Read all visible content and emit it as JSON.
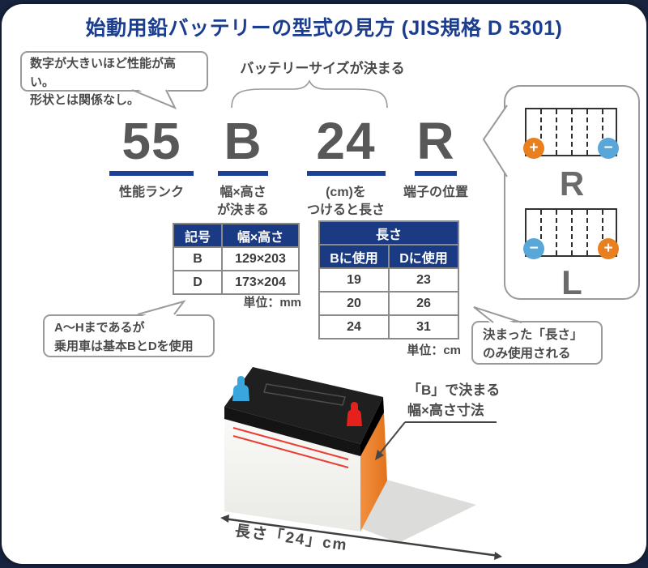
{
  "title": "始動用鉛バッテリーの型式の見方 (JIS規格 D 5301)",
  "callouts": {
    "performance": {
      "line1": "数字が大きいほど性能が高い。",
      "line2": "形状とは関係なし。"
    },
    "battery_size": "バッテリーサイズが決まる",
    "a_to_h": {
      "line1": "A〜Hまであるが",
      "line2": "乗用車は基本BとDを使用"
    },
    "fixed_length": {
      "line1": "決まった「長さ」",
      "line2": "のみ使用される"
    },
    "b_dimension": {
      "line1": "「B」で決まる",
      "line2": "幅×高さ寸法"
    }
  },
  "code": {
    "segments": [
      {
        "char": "55",
        "label1": "性能ランク",
        "label2": ""
      },
      {
        "char": "B",
        "label1": "幅×高さ",
        "label2": "が決まる"
      },
      {
        "char": "24",
        "label1": "(cm)を",
        "label2": "つけると長さ"
      },
      {
        "char": "R",
        "label1": "端子の位置",
        "label2": ""
      }
    ]
  },
  "size_table": {
    "headers": [
      "記号",
      "幅×高さ"
    ],
    "rows": [
      [
        "B",
        "129×203"
      ],
      [
        "D",
        "173×204"
      ]
    ],
    "unit": "単位：mm"
  },
  "length_table": {
    "title": "長さ",
    "headers": [
      "Bに使用",
      "Dに使用"
    ],
    "rows": [
      [
        "19",
        "23"
      ],
      [
        "20",
        "26"
      ],
      [
        "24",
        "31"
      ]
    ],
    "unit": "単位：cm"
  },
  "terminal_panel": {
    "r": {
      "label": "R",
      "left_sign": "+",
      "right_sign": "−"
    },
    "l": {
      "label": "L",
      "left_sign": "−",
      "right_sign": "+"
    }
  },
  "battery": {
    "length_label": "長さ「24」cm"
  },
  "colors": {
    "navy": "#1b3a84",
    "title_blue": "#1b3d8f",
    "underline_blue": "#1c3f97",
    "plus_orange": "#e8801f",
    "minus_blue": "#58a7d8",
    "battery_side_orange": "#e2731c",
    "terminal_red": "#e6211c",
    "terminal_blue": "#39a7de"
  }
}
